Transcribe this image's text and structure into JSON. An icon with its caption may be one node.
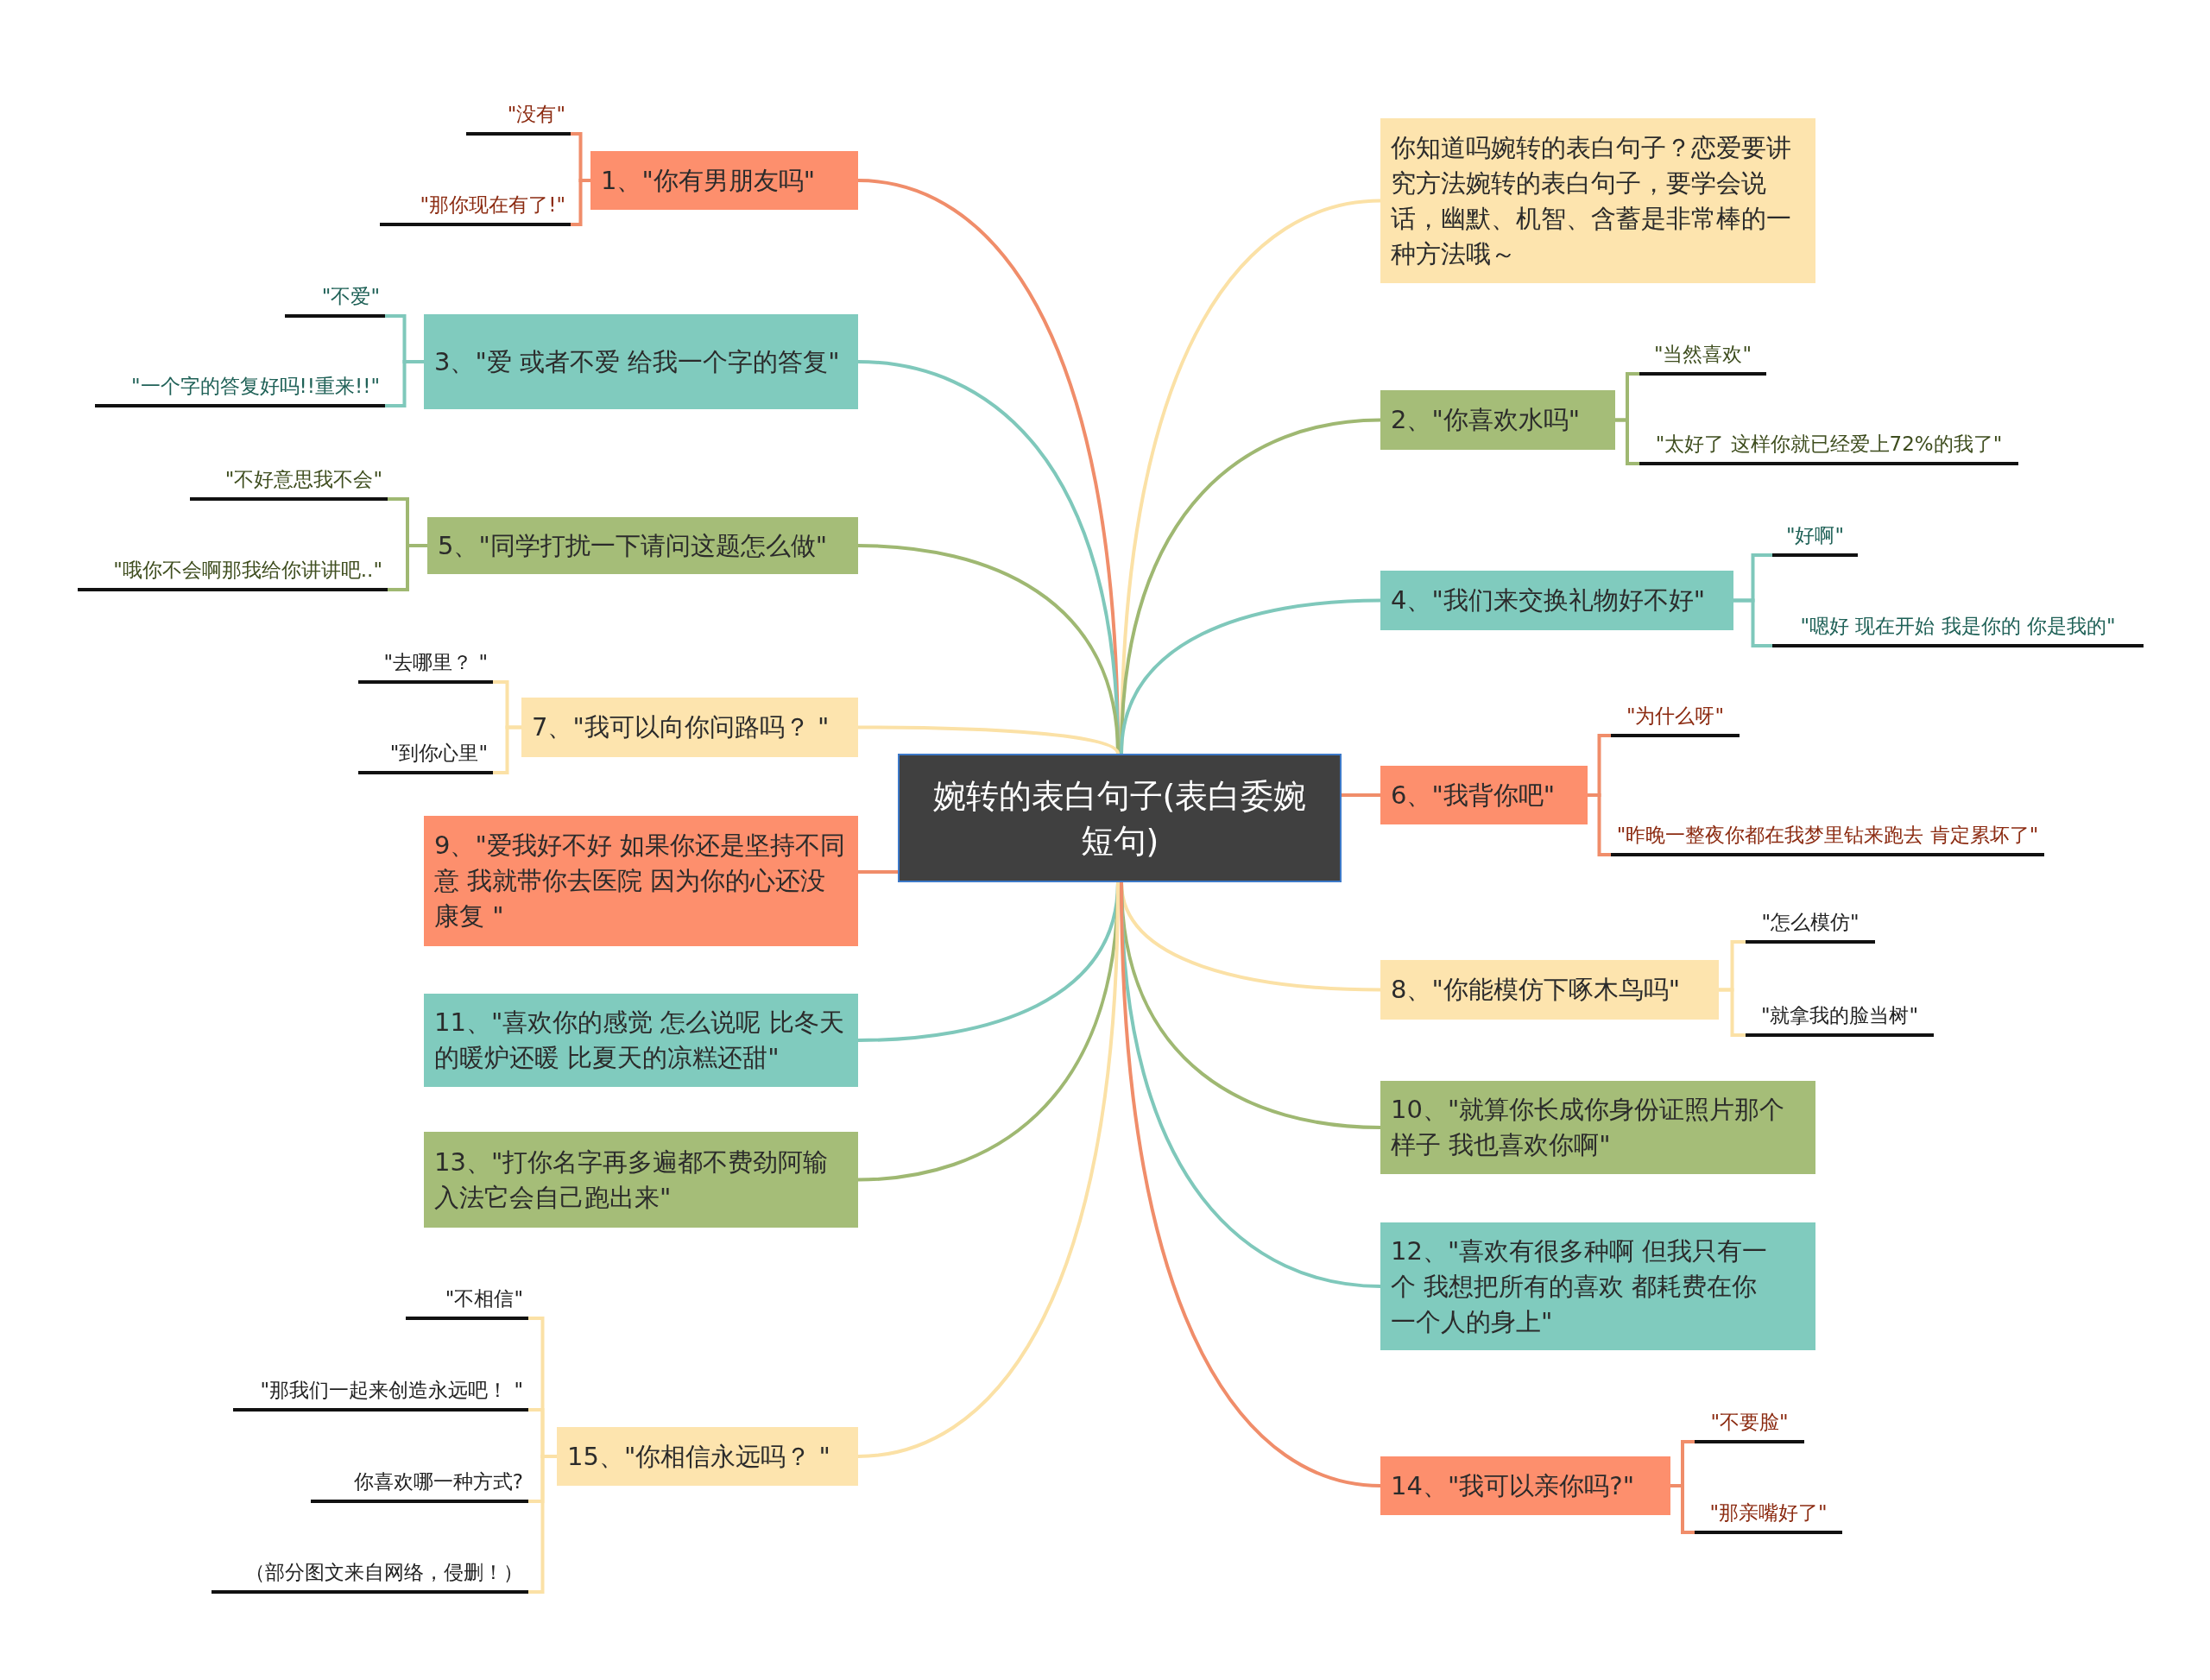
{
  "diagram": {
    "nodes": [
      {
        "text": [
          "婉转的表白句子(表白委婉短句)"
        ]
      },
      {
        "text": [
          "1、\"你有男朋友吗\""
        ]
      },
      {
        "text": [
          "\"没有\""
        ]
      },
      {
        "text": [
          "\"那你现在有了!\""
        ]
      },
      {
        "text": [
          "3、\"爱 或者不爱 给我一个字的答复\""
        ]
      },
      {
        "text": [
          "\"不爱\""
        ]
      },
      {
        "text": [
          "\"一个字的答复好吗!!重来!!\""
        ]
      },
      {
        "text": [
          "5、\"同学打扰一下请问这题怎么做\""
        ]
      },
      {
        "text": [
          "\"不好意思我不会\""
        ]
      },
      {
        "text": [
          "\"哦你不会啊那我给你讲讲吧..\""
        ]
      },
      {
        "text": [
          "7、\"我可以向你问路吗？ \""
        ]
      },
      {
        "text": [
          "\"去哪里？ \""
        ]
      },
      {
        "text": [
          "\"到你心里\""
        ]
      },
      {
        "text": [
          "9、\"爱我好不好 如果你还是坚持不同意 我就带你去医院 因为你的心还没康复 \""
        ]
      },
      {
        "text": [
          "11、\"喜欢你的感觉 怎么说呢 比冬天的暖炉还暖 比夏天的凉糕还甜\""
        ]
      },
      {
        "text": [
          "13、\"打你名字再多遍都不费劲阿输入法它会自己跑出来\""
        ]
      },
      {
        "text": [
          "15、\"你相信永远吗？ \""
        ]
      },
      {
        "text": [
          "\"不相信\""
        ]
      },
      {
        "text": [
          "\"那我们一起来创造永远吧！ \""
        ]
      },
      {
        "text": [
          "你喜欢哪一种方式?"
        ]
      },
      {
        "text": [
          "（部分图文来自网络，侵删！）"
        ]
      },
      {
        "text": [
          "你知道吗婉转的表白句子？恋爱要讲究方法婉转的表白句子，要学会说话，幽默、机智、含蓄是非常棒的一种方法哦～"
        ]
      },
      {
        "text": [
          "2、\"你喜欢水吗\""
        ]
      },
      {
        "text": [
          "\"当然喜欢\""
        ]
      },
      {
        "text": [
          "\"太好了 这样你就已经爱上72%的我了\""
        ]
      },
      {
        "text": [
          "4、\"我们来交换礼物好不好\""
        ]
      },
      {
        "text": [
          "\"好啊\""
        ]
      },
      {
        "text": [
          "\"嗯好 现在开始 我是你的 你是我的\""
        ]
      },
      {
        "text": [
          "6、\"我背你吧\""
        ]
      },
      {
        "text": [
          "\"为什么呀\""
        ]
      },
      {
        "text": [
          "\"昨晚一整夜你都在我梦里钻来跑去 肯定累坏了\""
        ]
      },
      {
        "text": [
          "8、\"你能模仿下啄木鸟吗\""
        ]
      },
      {
        "text": [
          "\"怎么模仿\""
        ]
      },
      {
        "text": [
          "\"就拿我的脸当树\""
        ]
      },
      {
        "text": [
          "10、\"就算你长成你身份证照片那个样子 我也喜欢你啊\""
        ]
      },
      {
        "text": [
          "12、\"喜欢有很多种啊 但我只有一个 我想把所有的喜欢 都耗费在你一个人的身上\""
        ]
      },
      {
        "text": [
          "14、\"我可以亲你吗?\""
        ]
      },
      {
        "text": [
          "\"不要脸\""
        ]
      },
      {
        "text": [
          "\"那亲嘴好了\""
        ]
      }
    ],
    "edges": [
      {
        "from": 0,
        "to": 1,
        "arrow": "none",
        "color": "#f08d6a"
      },
      {
        "from": 1,
        "to": 2,
        "arrow": "none",
        "color": "#f08d6a"
      },
      {
        "from": 1,
        "to": 3,
        "arrow": "none",
        "color": "#f08d6a"
      },
      {
        "from": 0,
        "to": 4,
        "arrow": "none",
        "color": "#7fc8bb"
      },
      {
        "from": 4,
        "to": 5,
        "arrow": "none",
        "color": "#7fc8bb"
      },
      {
        "from": 4,
        "to": 6,
        "arrow": "none",
        "color": "#7fc8bb"
      },
      {
        "from": 0,
        "to": 7,
        "arrow": "none",
        "color": "#9fb872"
      },
      {
        "from": 7,
        "to": 8,
        "arrow": "none",
        "color": "#9fb872"
      },
      {
        "from": 7,
        "to": 9,
        "arrow": "none",
        "color": "#9fb872"
      },
      {
        "from": 0,
        "to": 10,
        "arrow": "none",
        "color": "#fbe1a6"
      },
      {
        "from": 10,
        "to": 11,
        "arrow": "none",
        "color": "#fbe1a6"
      },
      {
        "from": 10,
        "to": 12,
        "arrow": "none",
        "color": "#fbe1a6"
      },
      {
        "from": 0,
        "to": 13,
        "arrow": "none",
        "color": "#f08d6a"
      },
      {
        "from": 0,
        "to": 14,
        "arrow": "none",
        "color": "#7fc8bb"
      },
      {
        "from": 0,
        "to": 15,
        "arrow": "none",
        "color": "#9fb872"
      },
      {
        "from": 0,
        "to": 16,
        "arrow": "none",
        "color": "#fbe1a6"
      },
      {
        "from": 16,
        "to": 17,
        "arrow": "none",
        "color": "#fbe1a6"
      },
      {
        "from": 16,
        "to": 18,
        "arrow": "none",
        "color": "#fbe1a6"
      },
      {
        "from": 16,
        "to": 19,
        "arrow": "none",
        "color": "#fbe1a6"
      },
      {
        "from": 16,
        "to": 20,
        "arrow": "none",
        "color": "#fbe1a6"
      },
      {
        "from": 0,
        "to": 21,
        "arrow": "none",
        "color": "#fbe1a6"
      },
      {
        "from": 0,
        "to": 22,
        "arrow": "none",
        "color": "#9fb872"
      },
      {
        "from": 22,
        "to": 23,
        "arrow": "none",
        "color": "#9fb872"
      },
      {
        "from": 22,
        "to": 24,
        "arrow": "none",
        "color": "#9fb872"
      },
      {
        "from": 0,
        "to": 25,
        "arrow": "none",
        "color": "#7fc8bb"
      },
      {
        "from": 25,
        "to": 26,
        "arrow": "none",
        "color": "#7fc8bb"
      },
      {
        "from": 25,
        "to": 27,
        "arrow": "none",
        "color": "#7fc8bb"
      },
      {
        "from": 0,
        "to": 28,
        "arrow": "none",
        "color": "#f08d6a"
      },
      {
        "from": 28,
        "to": 29,
        "arrow": "none",
        "color": "#f08d6a"
      },
      {
        "from": 28,
        "to": 30,
        "arrow": "none",
        "color": "#f08d6a"
      },
      {
        "from": 0,
        "to": 31,
        "arrow": "none",
        "color": "#fbe1a6"
      },
      {
        "from": 31,
        "to": 32,
        "arrow": "none",
        "color": "#fbe1a6"
      },
      {
        "from": 31,
        "to": 33,
        "arrow": "none",
        "color": "#fbe1a6"
      },
      {
        "from": 0,
        "to": 34,
        "arrow": "none",
        "color": "#9fb872"
      },
      {
        "from": 0,
        "to": 35,
        "arrow": "none",
        "color": "#7fc8bb"
      },
      {
        "from": 0,
        "to": 36,
        "arrow": "none",
        "color": "#f08d6a"
      },
      {
        "from": 36,
        "to": 37,
        "arrow": "none",
        "color": "#f08d6a"
      },
      {
        "from": 36,
        "to": 38,
        "arrow": "none",
        "color": "#f08d6a"
      }
    ]
  }
}
